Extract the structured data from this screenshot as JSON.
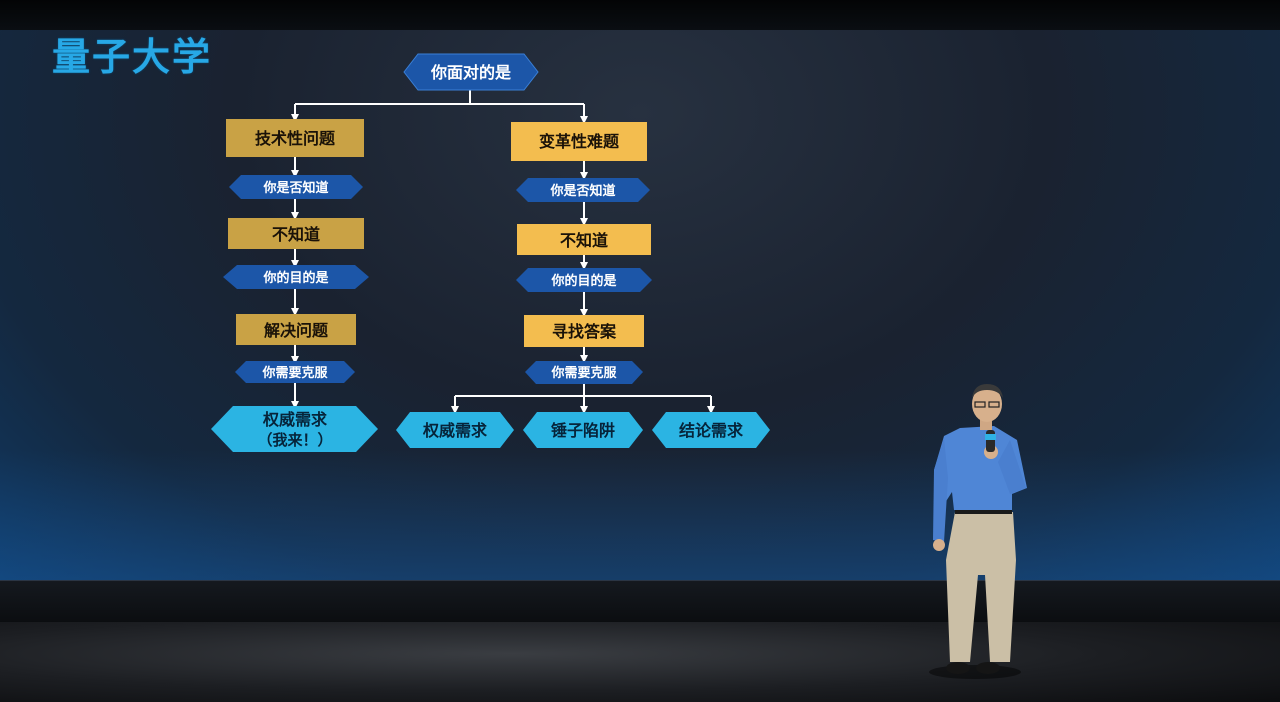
{
  "logo": "量子大学",
  "flowchart": {
    "root": "你面对的是",
    "left": {
      "type": "技术性问题",
      "q1": "你是否知道",
      "a1": "不知道",
      "q2": "你的目的是",
      "a2": "解决问题",
      "q3": "你需要克服",
      "result_line1": "权威需求",
      "result_line2": "（我来！）"
    },
    "right": {
      "type": "变革性难题",
      "q1": "你是否知道",
      "a1": "不知道",
      "q2": "你的目的是",
      "a2": "寻找答案",
      "q3": "你需要克服",
      "results": [
        "权威需求",
        "锤子陷阱",
        "结论需求"
      ]
    }
  },
  "colors": {
    "logo": "#27a8e6",
    "blue_node": "#1c56a8",
    "cyan_node": "#2bb4e3",
    "gold_node_left": "#c9a245",
    "gold_node_right": "#f3bd4f",
    "connector": "#ffffff"
  }
}
